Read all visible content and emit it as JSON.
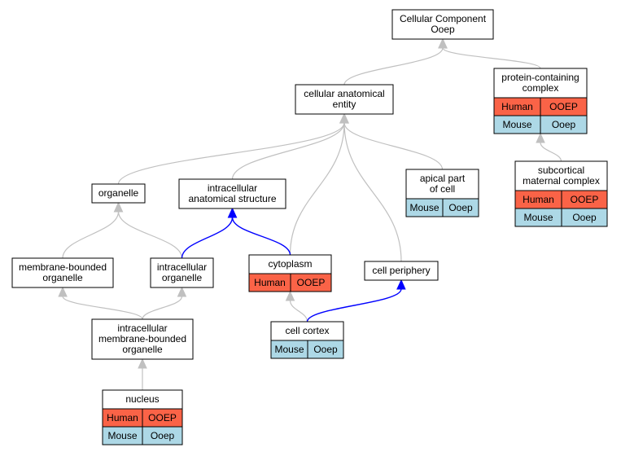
{
  "colors": {
    "human": "#fa6347",
    "mouse": "#add8e6",
    "edge_default": "#c0c0c0",
    "edge_highlight": "#0000ff",
    "node_border": "#000000"
  },
  "nodes": [
    {
      "id": "cellular_component",
      "lines": [
        "Cellular Component",
        "Ooep"
      ],
      "rows": []
    },
    {
      "id": "cellular_anatomical_entity",
      "lines": [
        "cellular anatomical",
        "entity"
      ],
      "rows": []
    },
    {
      "id": "protein_containing_complex",
      "lines": [
        "protein-containing",
        "complex"
      ],
      "rows": [
        {
          "species": "Human",
          "gene": "OOEP"
        },
        {
          "species": "Mouse",
          "gene": "Ooep"
        }
      ]
    },
    {
      "id": "subcortical_maternal_complex",
      "lines": [
        "subcortical",
        "maternal complex"
      ],
      "rows": [
        {
          "species": "Human",
          "gene": "OOEP"
        },
        {
          "species": "Mouse",
          "gene": "Ooep"
        }
      ]
    },
    {
      "id": "organelle",
      "lines": [
        "organelle"
      ],
      "rows": []
    },
    {
      "id": "intracellular_anatomical_structure",
      "lines": [
        "intracellular",
        "anatomical structure"
      ],
      "rows": []
    },
    {
      "id": "apical_part_of_cell",
      "lines": [
        "apical part",
        "of cell"
      ],
      "rows": [
        {
          "species": "Mouse",
          "gene": "Ooep"
        }
      ]
    },
    {
      "id": "membrane_bounded_organelle",
      "lines": [
        "membrane-bounded",
        "organelle"
      ],
      "rows": []
    },
    {
      "id": "intracellular_organelle",
      "lines": [
        "intracellular",
        "organelle"
      ],
      "rows": []
    },
    {
      "id": "cytoplasm",
      "lines": [
        "cytoplasm"
      ],
      "rows": [
        {
          "species": "Human",
          "gene": "OOEP"
        }
      ]
    },
    {
      "id": "cell_periphery",
      "lines": [
        "cell periphery"
      ],
      "rows": []
    },
    {
      "id": "intracellular_membrane_bounded_organelle",
      "lines": [
        "intracellular",
        "membrane-bounded",
        "organelle"
      ],
      "rows": []
    },
    {
      "id": "cell_cortex",
      "lines": [
        "cell cortex"
      ],
      "rows": [
        {
          "species": "Mouse",
          "gene": "Ooep"
        }
      ]
    },
    {
      "id": "nucleus",
      "lines": [
        "nucleus"
      ],
      "rows": [
        {
          "species": "Human",
          "gene": "OOEP"
        },
        {
          "species": "Mouse",
          "gene": "Ooep"
        }
      ]
    }
  ],
  "edges": [
    {
      "from": "cellular_anatomical_entity",
      "to": "cellular_component",
      "highlight": false
    },
    {
      "from": "protein_containing_complex",
      "to": "cellular_component",
      "highlight": false
    },
    {
      "from": "subcortical_maternal_complex",
      "to": "protein_containing_complex",
      "highlight": false
    },
    {
      "from": "organelle",
      "to": "cellular_anatomical_entity",
      "highlight": false
    },
    {
      "from": "intracellular_anatomical_structure",
      "to": "cellular_anatomical_entity",
      "highlight": false
    },
    {
      "from": "apical_part_of_cell",
      "to": "cellular_anatomical_entity",
      "highlight": false
    },
    {
      "from": "cytoplasm",
      "to": "cellular_anatomical_entity",
      "highlight": false
    },
    {
      "from": "cell_periphery",
      "to": "cellular_anatomical_entity",
      "highlight": false
    },
    {
      "from": "membrane_bounded_organelle",
      "to": "organelle",
      "highlight": false
    },
    {
      "from": "intracellular_organelle",
      "to": "organelle",
      "highlight": false
    },
    {
      "from": "intracellular_organelle",
      "to": "intracellular_anatomical_structure",
      "highlight": true
    },
    {
      "from": "cytoplasm",
      "to": "intracellular_anatomical_structure",
      "highlight": true
    },
    {
      "from": "intracellular_membrane_bounded_organelle",
      "to": "membrane_bounded_organelle",
      "highlight": false
    },
    {
      "from": "intracellular_membrane_bounded_organelle",
      "to": "intracellular_organelle",
      "highlight": false
    },
    {
      "from": "cell_cortex",
      "to": "cytoplasm",
      "highlight": false
    },
    {
      "from": "cell_cortex",
      "to": "cell_periphery",
      "highlight": true
    },
    {
      "from": "nucleus",
      "to": "intracellular_membrane_bounded_organelle",
      "highlight": false
    }
  ]
}
